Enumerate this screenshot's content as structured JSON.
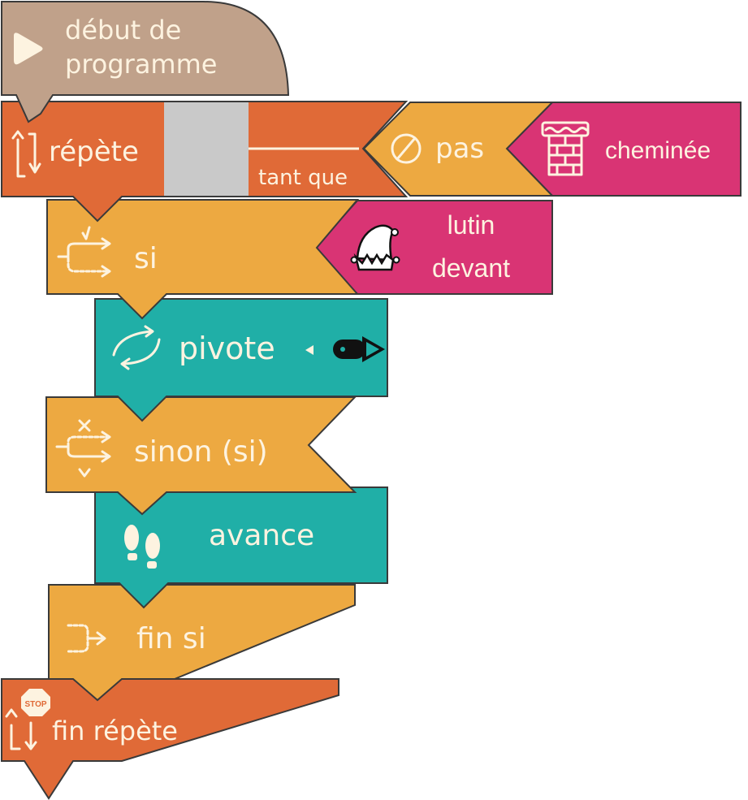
{
  "colors": {
    "start": "#C0A18A",
    "loop": "#E06A37",
    "control": "#EDA941",
    "sensor": "#D93474",
    "action": "#20AFA7",
    "slot": "#C9C9C9",
    "text": "#FDF3E0"
  },
  "blocks": {
    "start": {
      "line1": "début de",
      "line2": "programme",
      "icon": "play-icon"
    },
    "repeat": {
      "label": "répète",
      "condition_label": "tant que",
      "icon": "repeat-arrows-icon"
    },
    "not": {
      "label": "pas",
      "icon": "not-icon"
    },
    "chimney": {
      "label": "cheminée",
      "icon": "chimney-icon"
    },
    "if": {
      "label": "si",
      "icon": "branch-if-icon"
    },
    "elf_ahead": {
      "line1": "lutin",
      "line2": "devant",
      "icon": "elf-hat-icon"
    },
    "turn": {
      "label": "pivote",
      "icon": "rotate-icon",
      "direction_icon": "direction-toggle-icon"
    },
    "else": {
      "label": "sinon (si)",
      "icon": "branch-else-icon"
    },
    "forward": {
      "label": "avance",
      "icon": "footsteps-icon"
    },
    "end_if": {
      "label": "fin si",
      "icon": "end-branch-icon"
    },
    "end_repeat": {
      "label": "fin répète",
      "stop_label": "STOP",
      "icon": "stop-repeat-icon"
    }
  }
}
